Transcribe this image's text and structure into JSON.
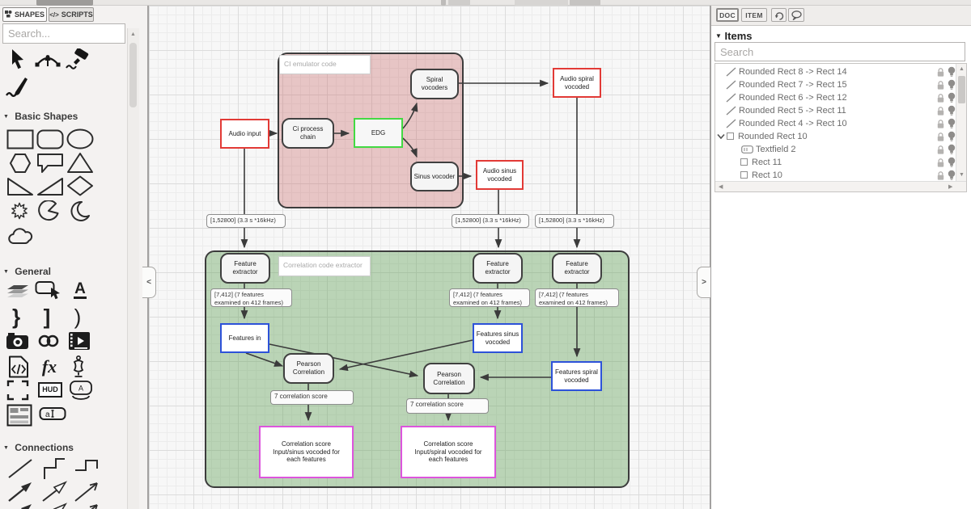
{
  "ui": {
    "scroll_up": "▲",
    "scroll_down": "▼",
    "scroll_left": "◀",
    "scroll_right": "▶",
    "collapse_left": "<",
    "collapse_right": ">"
  },
  "left_panel": {
    "tabs": [
      {
        "label": "SHAPES"
      },
      {
        "label": "SCRIPTS"
      }
    ],
    "scripts_icon": "</>",
    "search_placeholder": "Search...",
    "tools": [
      "select-tool",
      "bezier-tool",
      "marker-tool",
      "brush-tool"
    ],
    "icon_glyphs": {
      "text_tool": "A",
      "curly_brace": "}",
      "square_bracket": "]",
      "parenthesis": ")",
      "formula": "fx",
      "hud": "HUD",
      "button_label": "A",
      "textfield_sample": "a"
    },
    "sections": [
      {
        "title": "Basic Shapes",
        "shapes": [
          "rectangle",
          "rounded-rectangle",
          "ellipse",
          "hexagon",
          "speech-bubble",
          "triangle",
          "right-triangle",
          "right-triangle-flipped",
          "diamond",
          "starburst",
          "pie",
          "crescent",
          "cloud"
        ]
      },
      {
        "title": "General",
        "shapes": [
          "layers",
          "button",
          "text",
          "curly-brace",
          "square-bracket",
          "parenthesis",
          "camera",
          "link",
          "video",
          "code-block",
          "formula",
          "mannequin",
          "crop",
          "hud",
          "labeled-button",
          "layout-form",
          "textfield"
        ]
      },
      {
        "title": "Connections",
        "shapes": [
          "line",
          "elbow-connector",
          "elbow-connector-2",
          "arrow-filled",
          "arrow-hollow",
          "arrow-thin"
        ]
      }
    ]
  },
  "right_panel": {
    "tabs": [
      {
        "label": "DOC"
      },
      {
        "label": "ITEM"
      }
    ],
    "items_header": "Items",
    "items_caret": "▼",
    "search_placeholder": "Search",
    "items": [
      {
        "label": "Rounded Rect 8 -> Rect 14",
        "icon": "connector",
        "indent": 0
      },
      {
        "label": "Rounded Rect 7 -> Rect 15",
        "icon": "connector",
        "indent": 0
      },
      {
        "label": "Rounded Rect 6 -> Rect 12",
        "icon": "connector",
        "indent": 0
      },
      {
        "label": "Rounded Rect 5 -> Rect 11",
        "icon": "connector",
        "indent": 0
      },
      {
        "label": "Rounded Rect 4 -> Rect 10",
        "icon": "connector",
        "indent": 0
      },
      {
        "label": "Rounded Rect 10",
        "icon": "group-expanded",
        "indent": 0
      },
      {
        "label": "Textfield 2",
        "icon": "textfield",
        "indent": 1
      },
      {
        "label": "Rect 11",
        "icon": "rect",
        "indent": 1
      },
      {
        "label": "Rect 10",
        "icon": "rect",
        "indent": 1
      }
    ]
  },
  "diagram": {
    "containers": [
      {
        "label": "CI emulator code",
        "fill": "#e8c7c7"
      },
      {
        "label": "Correlation code extractor",
        "fill": "#b9d8b3"
      }
    ],
    "nodes": [
      {
        "label": "Audio input"
      },
      {
        "label": "Ci process chain"
      },
      {
        "label": "EDG"
      },
      {
        "label": "Spiral vocoders"
      },
      {
        "label": "Sinus vocoder"
      },
      {
        "label": "Audio spiral vocoded"
      },
      {
        "label": "Audio sinus vocoded"
      },
      {
        "label": "Feature extractor"
      },
      {
        "label": "Feature extractor"
      },
      {
        "label": "Feature extractor"
      },
      {
        "label": "Features in"
      },
      {
        "label": "Features sinus vocoded"
      },
      {
        "label": "Features spiral vocoded"
      },
      {
        "label": "Pearson Correlation"
      },
      {
        "label": "Pearson Correlation"
      },
      {
        "label": "Correlation score Input/sinus vocoded for each features"
      },
      {
        "label": "Correlation score Input/spiral vocoded for each features"
      }
    ],
    "edge_labels": [
      {
        "text": "[1,52800] (3.3 s *16kHz)"
      },
      {
        "text": "[1,52800] (3.3 s *16kHz)"
      },
      {
        "text": "[1,52800] (3.3 s *16kHz)"
      },
      {
        "text": "[7,412] (7 features examined on 412 frames)"
      },
      {
        "text": "[7,412] (7 features examined on 412 frames)"
      },
      {
        "text": "[7,412] (7 features examined on 412 frames)"
      },
      {
        "text": "7 correlation score"
      },
      {
        "text": "7 correlation score"
      }
    ]
  },
  "colors": {
    "container_ci_fill": "#e8c7c7",
    "container_corr_fill": "#b9d8b3",
    "node_red_border": "#e23a36",
    "node_green_border": "#43d943",
    "node_blue_border": "#2d52d9",
    "node_magenta_border": "#dd55dd",
    "edge_color": "#3b3b3b"
  }
}
